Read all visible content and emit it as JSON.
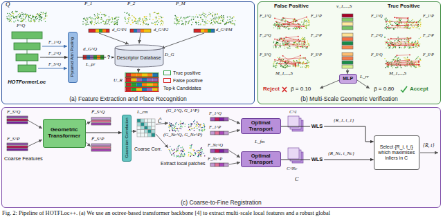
{
  "diagram": {
    "caption": "Fig. 2: Pipeline of HOTFLoc++. (a) We use an octree-based transformer backbone [4] to extract multi-scale local features and a robust global",
    "nodes": [
      {
        "text": [
          "(a) Feature Extraction and Place Recognition"
        ]
      },
      {
        "text": [
          "HOTFormerLoc"
        ],
        "in": 0
      },
      {
        "text": [
          "Pyramid Attn Pooling"
        ],
        "in": 0
      },
      {
        "text": [
          "Descriptor Database"
        ],
        "in": 0
      },
      {
        "text": [
          "(b) Multi-Scale Geometric Verification"
        ]
      },
      {
        "text": [
          "MLP"
        ],
        "in": 4
      },
      {
        "text": [
          "(c) Coarse-to-Fine Registration"
        ]
      },
      {
        "text": [
          "Geometric Transformer"
        ],
        "in": 6
      },
      {
        "text": [
          "Gaussian Correlation"
        ],
        "in": 6
      },
      {
        "text": [
          "Optimal Transport"
        ],
        "in": 6
      },
      {
        "text": [
          "Optimal Transport"
        ],
        "in": 6
      },
      {
        "text": [
          "Select {R_i, t_i} which maximises inliers in C"
        ],
        "in": 6
      }
    ],
    "edges": [
      {
        "from": 1,
        "to": 2,
        "arrow": "to"
      },
      {
        "from": 2,
        "to": 3,
        "label": "?",
        "arrow": "to"
      },
      {
        "from": 7,
        "to": 8,
        "arrow": "to"
      },
      {
        "from": 9,
        "to": 11,
        "label": "WLS",
        "arrow": "to"
      },
      {
        "from": 10,
        "to": 11,
        "label": "WLS",
        "arrow": "to"
      }
    ],
    "labels": [
      "Q",
      "F^Q",
      "F_1^Q",
      "F_2^Q",
      "F_S^Q",
      "d_G^Q",
      "L_pr",
      "P_1",
      "P_2",
      "P_M",
      "d_G^P1",
      "d_G^P2",
      "d_G^PM",
      "D_G",
      "U_R",
      "Top-k Candidates",
      "False Positive",
      "True Positive",
      "F_1^Q",
      "F_2^Q",
      "F_S^Q",
      "F_1^P",
      "F_2^P",
      "F_S^P",
      "F_1^Q",
      "F_2^Q",
      "F_S^Q",
      "F_1^P",
      "F_2^P",
      "F_S^P",
      "v_1,...,S",
      "M_1,...,S",
      "M_1,...,S",
      "L_rr",
      "Reject",
      "β = 0.10",
      "β = 0.80",
      "Accept",
      "F_S^Q",
      "F_S^P",
      "Coarse Features",
      "F̂_S^Q",
      "F̂_S^P",
      "L_cm",
      "Ĉ",
      "Coarse Corr.",
      "(G_1^Q, G_1^P)",
      "(G_Nc^Q, G_Nc^P)",
      "Extract local patches",
      "F_1^Q",
      "F_1^P",
      "F_Nc^Q",
      "F_Nc^P",
      "L_fm",
      "C^1",
      "C^Nc",
      "C",
      "{R_1, t_1}",
      "{R_Nc, t_Nc}",
      "{R, t}"
    ],
    "legend": [
      {
        "text": "True positive",
        "color": "#2e9e3e"
      },
      {
        "text": "False positive",
        "color": "#d62728"
      }
    ]
  }
}
